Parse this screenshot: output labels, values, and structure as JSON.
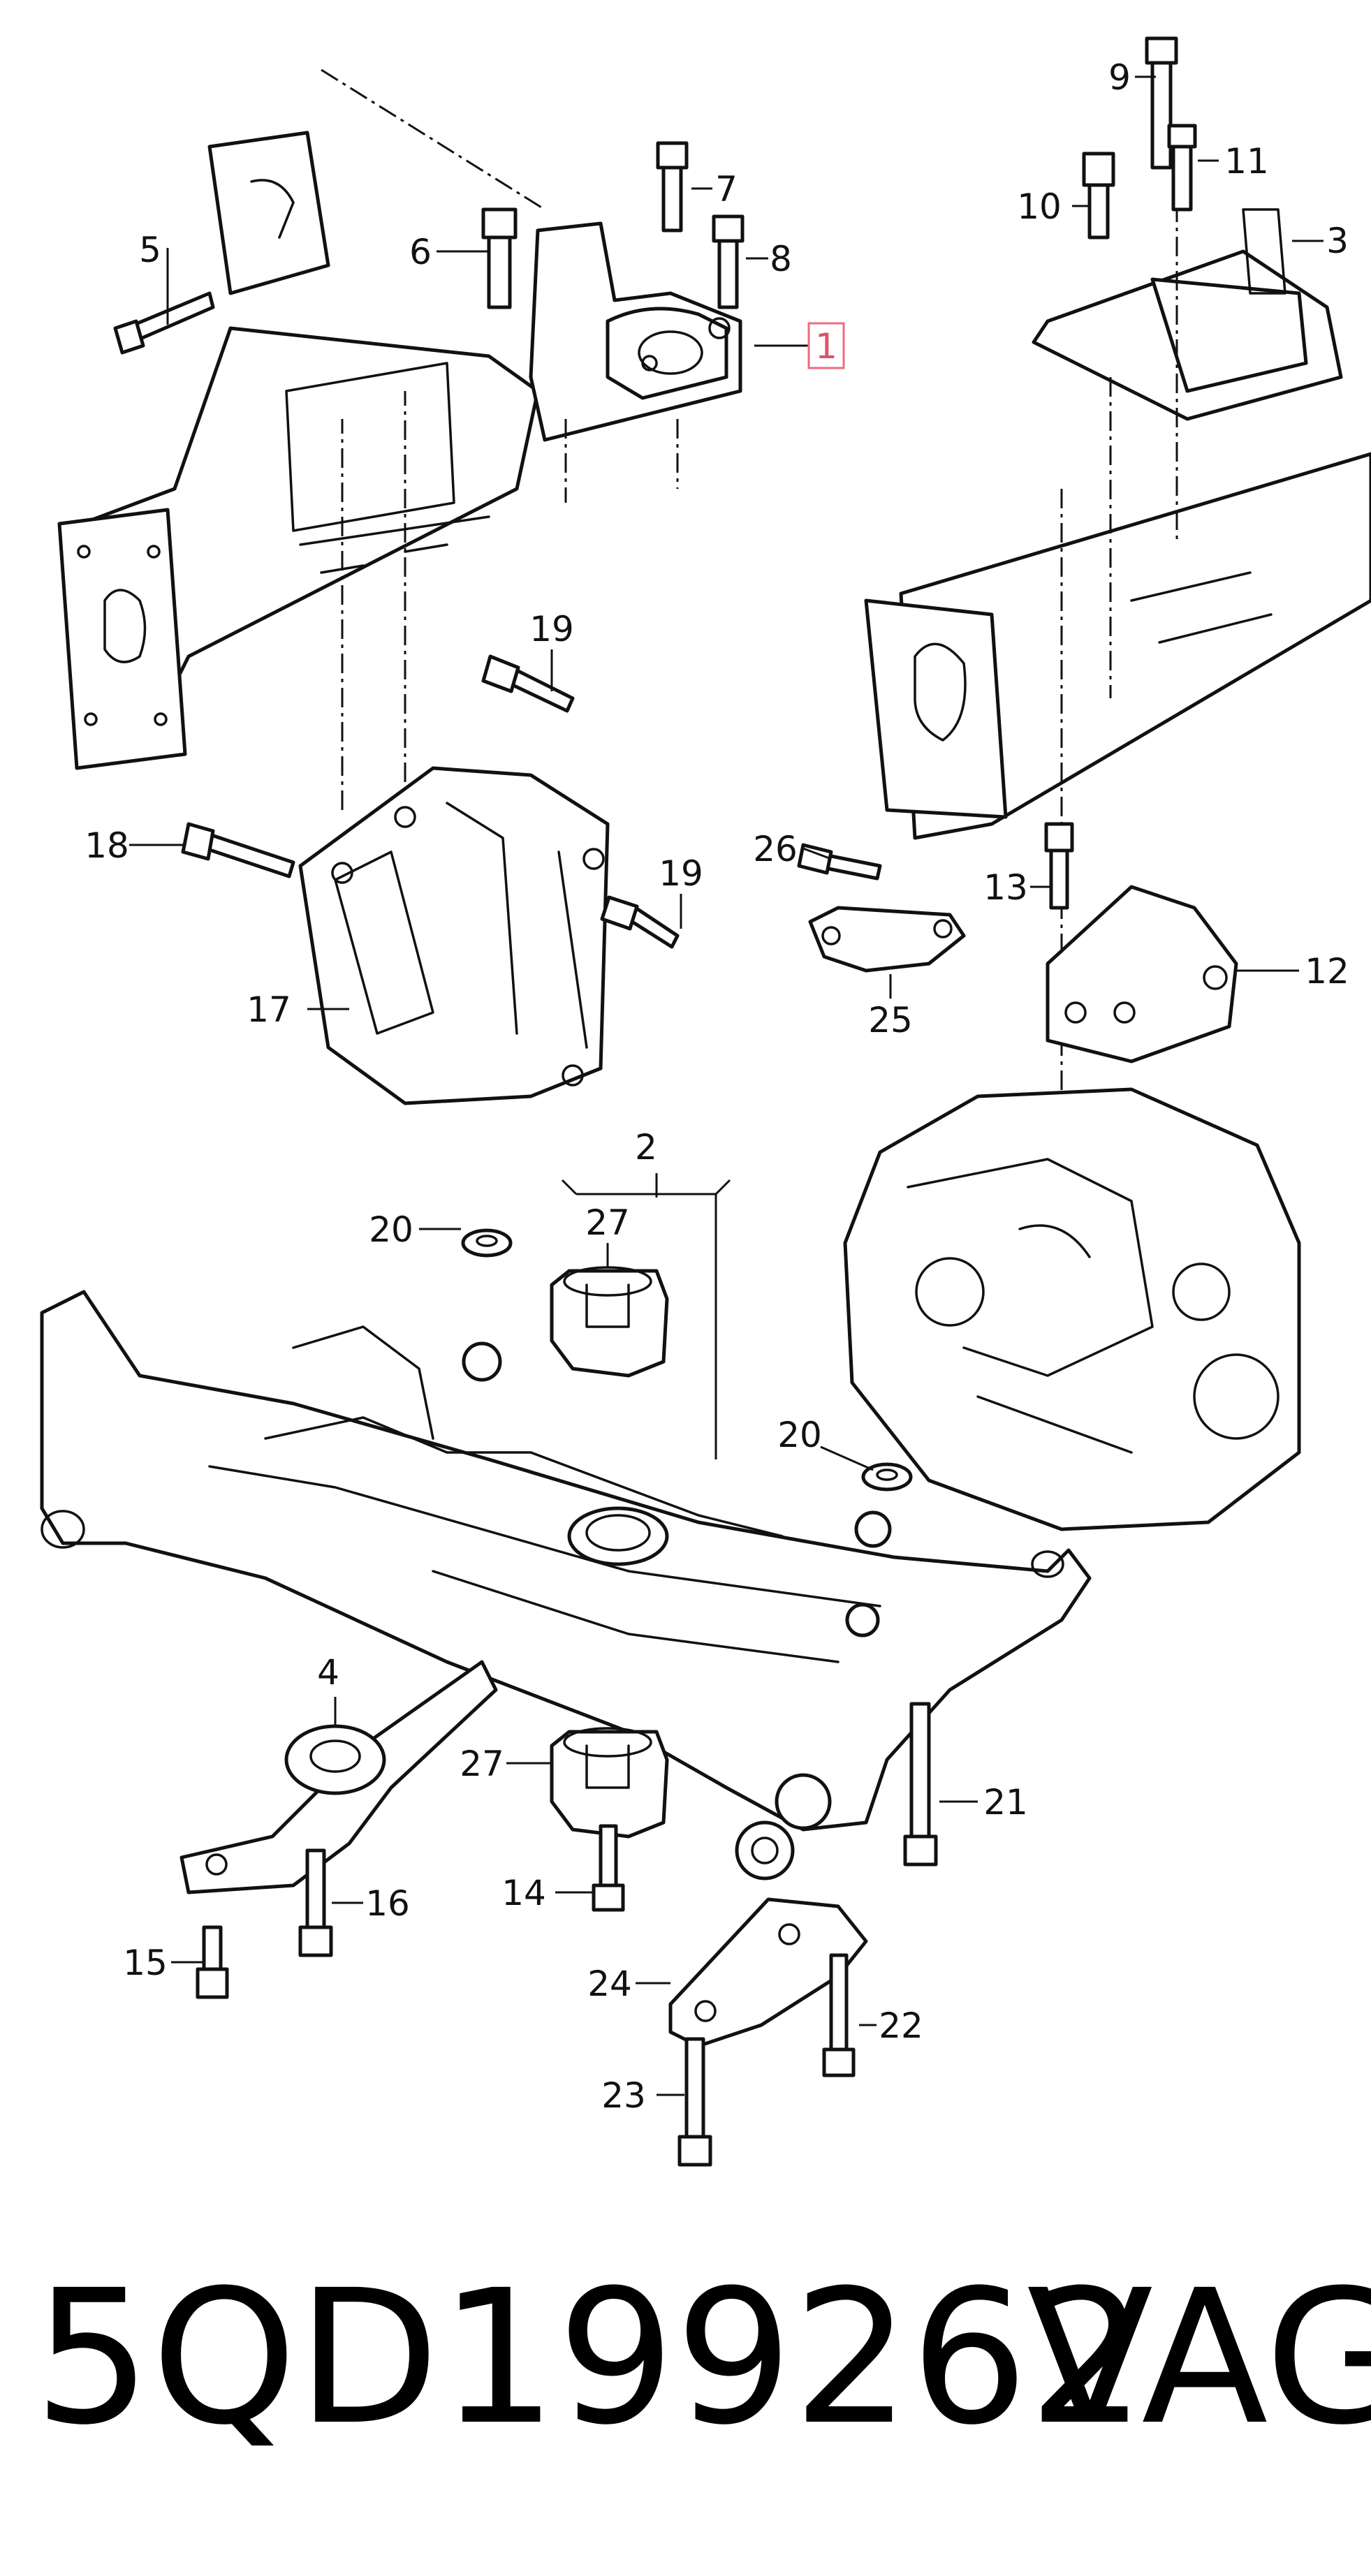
{
  "callouts": {
    "c1": "1",
    "c2": "2",
    "c3": "3",
    "c4": "4",
    "c5": "5",
    "c6": "6",
    "c7": "7",
    "c8": "8",
    "c9": "9",
    "c10": "10",
    "c11": "11",
    "c12": "12",
    "c13": "13",
    "c14": "14",
    "c15": "15",
    "c16": "16",
    "c17": "17",
    "c18": "18",
    "c19a": "19",
    "c19b": "19",
    "c20a": "20",
    "c20b": "20",
    "c21": "21",
    "c22": "22",
    "c23": "23",
    "c24": "24",
    "c25": "25",
    "c26": "26",
    "c27a": "27",
    "c27b": "27"
  },
  "highlight_color": "#ef6b7e",
  "footer": {
    "part_number": "5QD199262",
    "brand": "VAG"
  }
}
